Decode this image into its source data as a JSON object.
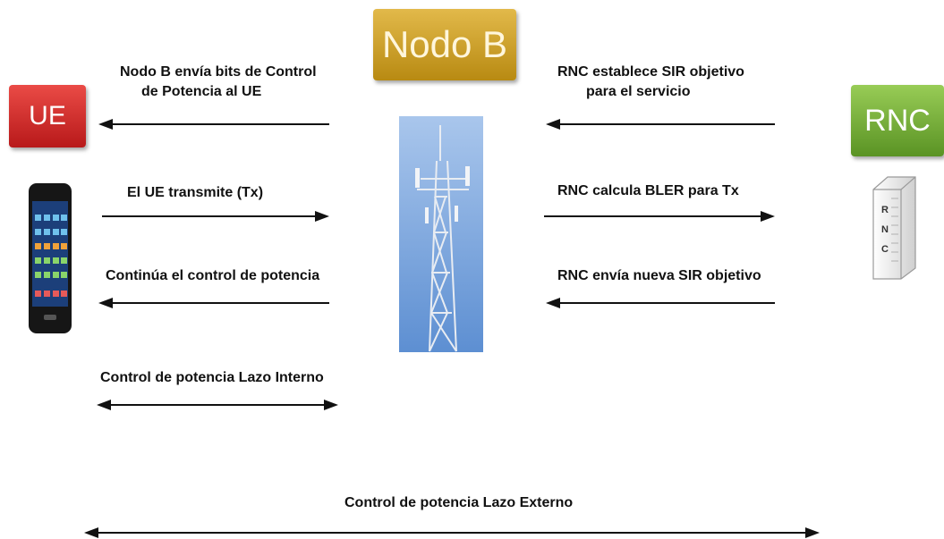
{
  "nodes": {
    "node_b": "Nodo B",
    "ue": "UE",
    "rnc": "RNC",
    "server_letters": [
      "R",
      "N",
      "C"
    ]
  },
  "colors": {
    "node_b": "#d4a52a",
    "ue": "#d9302c",
    "rnc": "#79b43e",
    "tower_sky": "#7aa4dc"
  },
  "left_flows": {
    "power_bits": [
      "Nodo B envía bits de Control",
      "de Potencia al UE"
    ],
    "ue_tx": "El UE transmite (Tx)",
    "continue_control": "Continúa el control de potencia",
    "inner_loop": "Control de potencia  Lazo Interno"
  },
  "right_flows": {
    "sir_target": [
      "RNC establece SIR objetivo",
      "para el servicio"
    ],
    "bler": "RNC calcula BLER para Tx",
    "new_sir": "RNC envía nueva SIR objetivo"
  },
  "outer_loop": "Control de potencia  Lazo Externo"
}
